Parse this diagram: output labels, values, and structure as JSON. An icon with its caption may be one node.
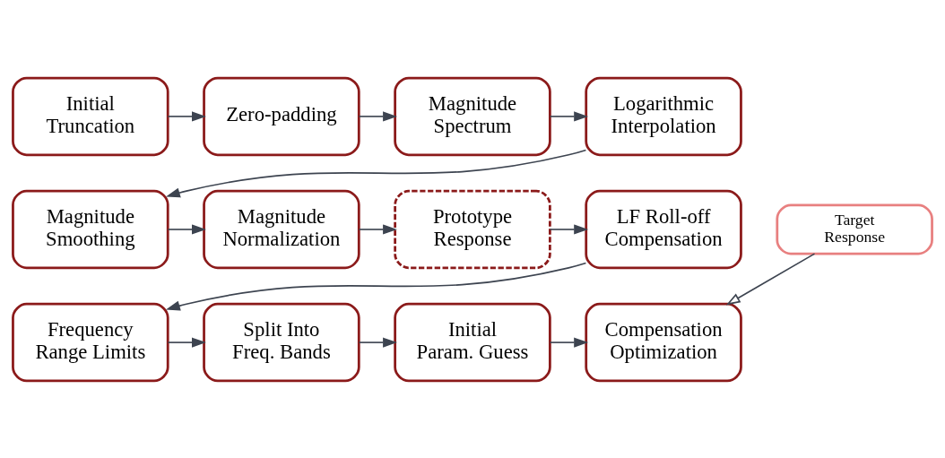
{
  "diagram": {
    "nodes": [
      {
        "text": [
          "Initial Truncation"
        ]
      },
      {
        "text": [
          "Zero-padding"
        ]
      },
      {
        "text": [
          "Magnitude Spectrum"
        ]
      },
      {
        "text": [
          "Logarithmic Interpolation"
        ]
      },
      {
        "text": [
          "Magnitude Smoothing"
        ]
      },
      {
        "text": [
          "Magnitude Normalization"
        ]
      },
      {
        "text": [
          "Prototype Response"
        ]
      },
      {
        "text": [
          "LF Roll-off Compensation"
        ]
      },
      {
        "text": [
          "Frequency Range Limits"
        ]
      },
      {
        "text": [
          "Split Into Freq. Bands"
        ]
      },
      {
        "text": [
          "Initial Param. Guess"
        ]
      },
      {
        "text": [
          "Compensation Optimization"
        ]
      },
      {
        "text": [
          "Target Response"
        ]
      }
    ],
    "edges": [
      {
        "from": 0,
        "to": 1,
        "arrow": "to"
      },
      {
        "from": 1,
        "to": 2,
        "arrow": "to"
      },
      {
        "from": 2,
        "to": 3,
        "arrow": "to"
      },
      {
        "from": 3,
        "to": 4,
        "arrow": "to"
      },
      {
        "from": 4,
        "to": 5,
        "arrow": "to"
      },
      {
        "from": 5,
        "to": 6,
        "arrow": "to"
      },
      {
        "from": 6,
        "to": 7,
        "arrow": "to"
      },
      {
        "from": 7,
        "to": 8,
        "arrow": "to"
      },
      {
        "from": 8,
        "to": 9,
        "arrow": "to"
      },
      {
        "from": 9,
        "to": 10,
        "arrow": "to"
      },
      {
        "from": 10,
        "to": 11,
        "arrow": "to"
      },
      {
        "from": 12,
        "to": 11,
        "arrow": "to"
      }
    ]
  }
}
